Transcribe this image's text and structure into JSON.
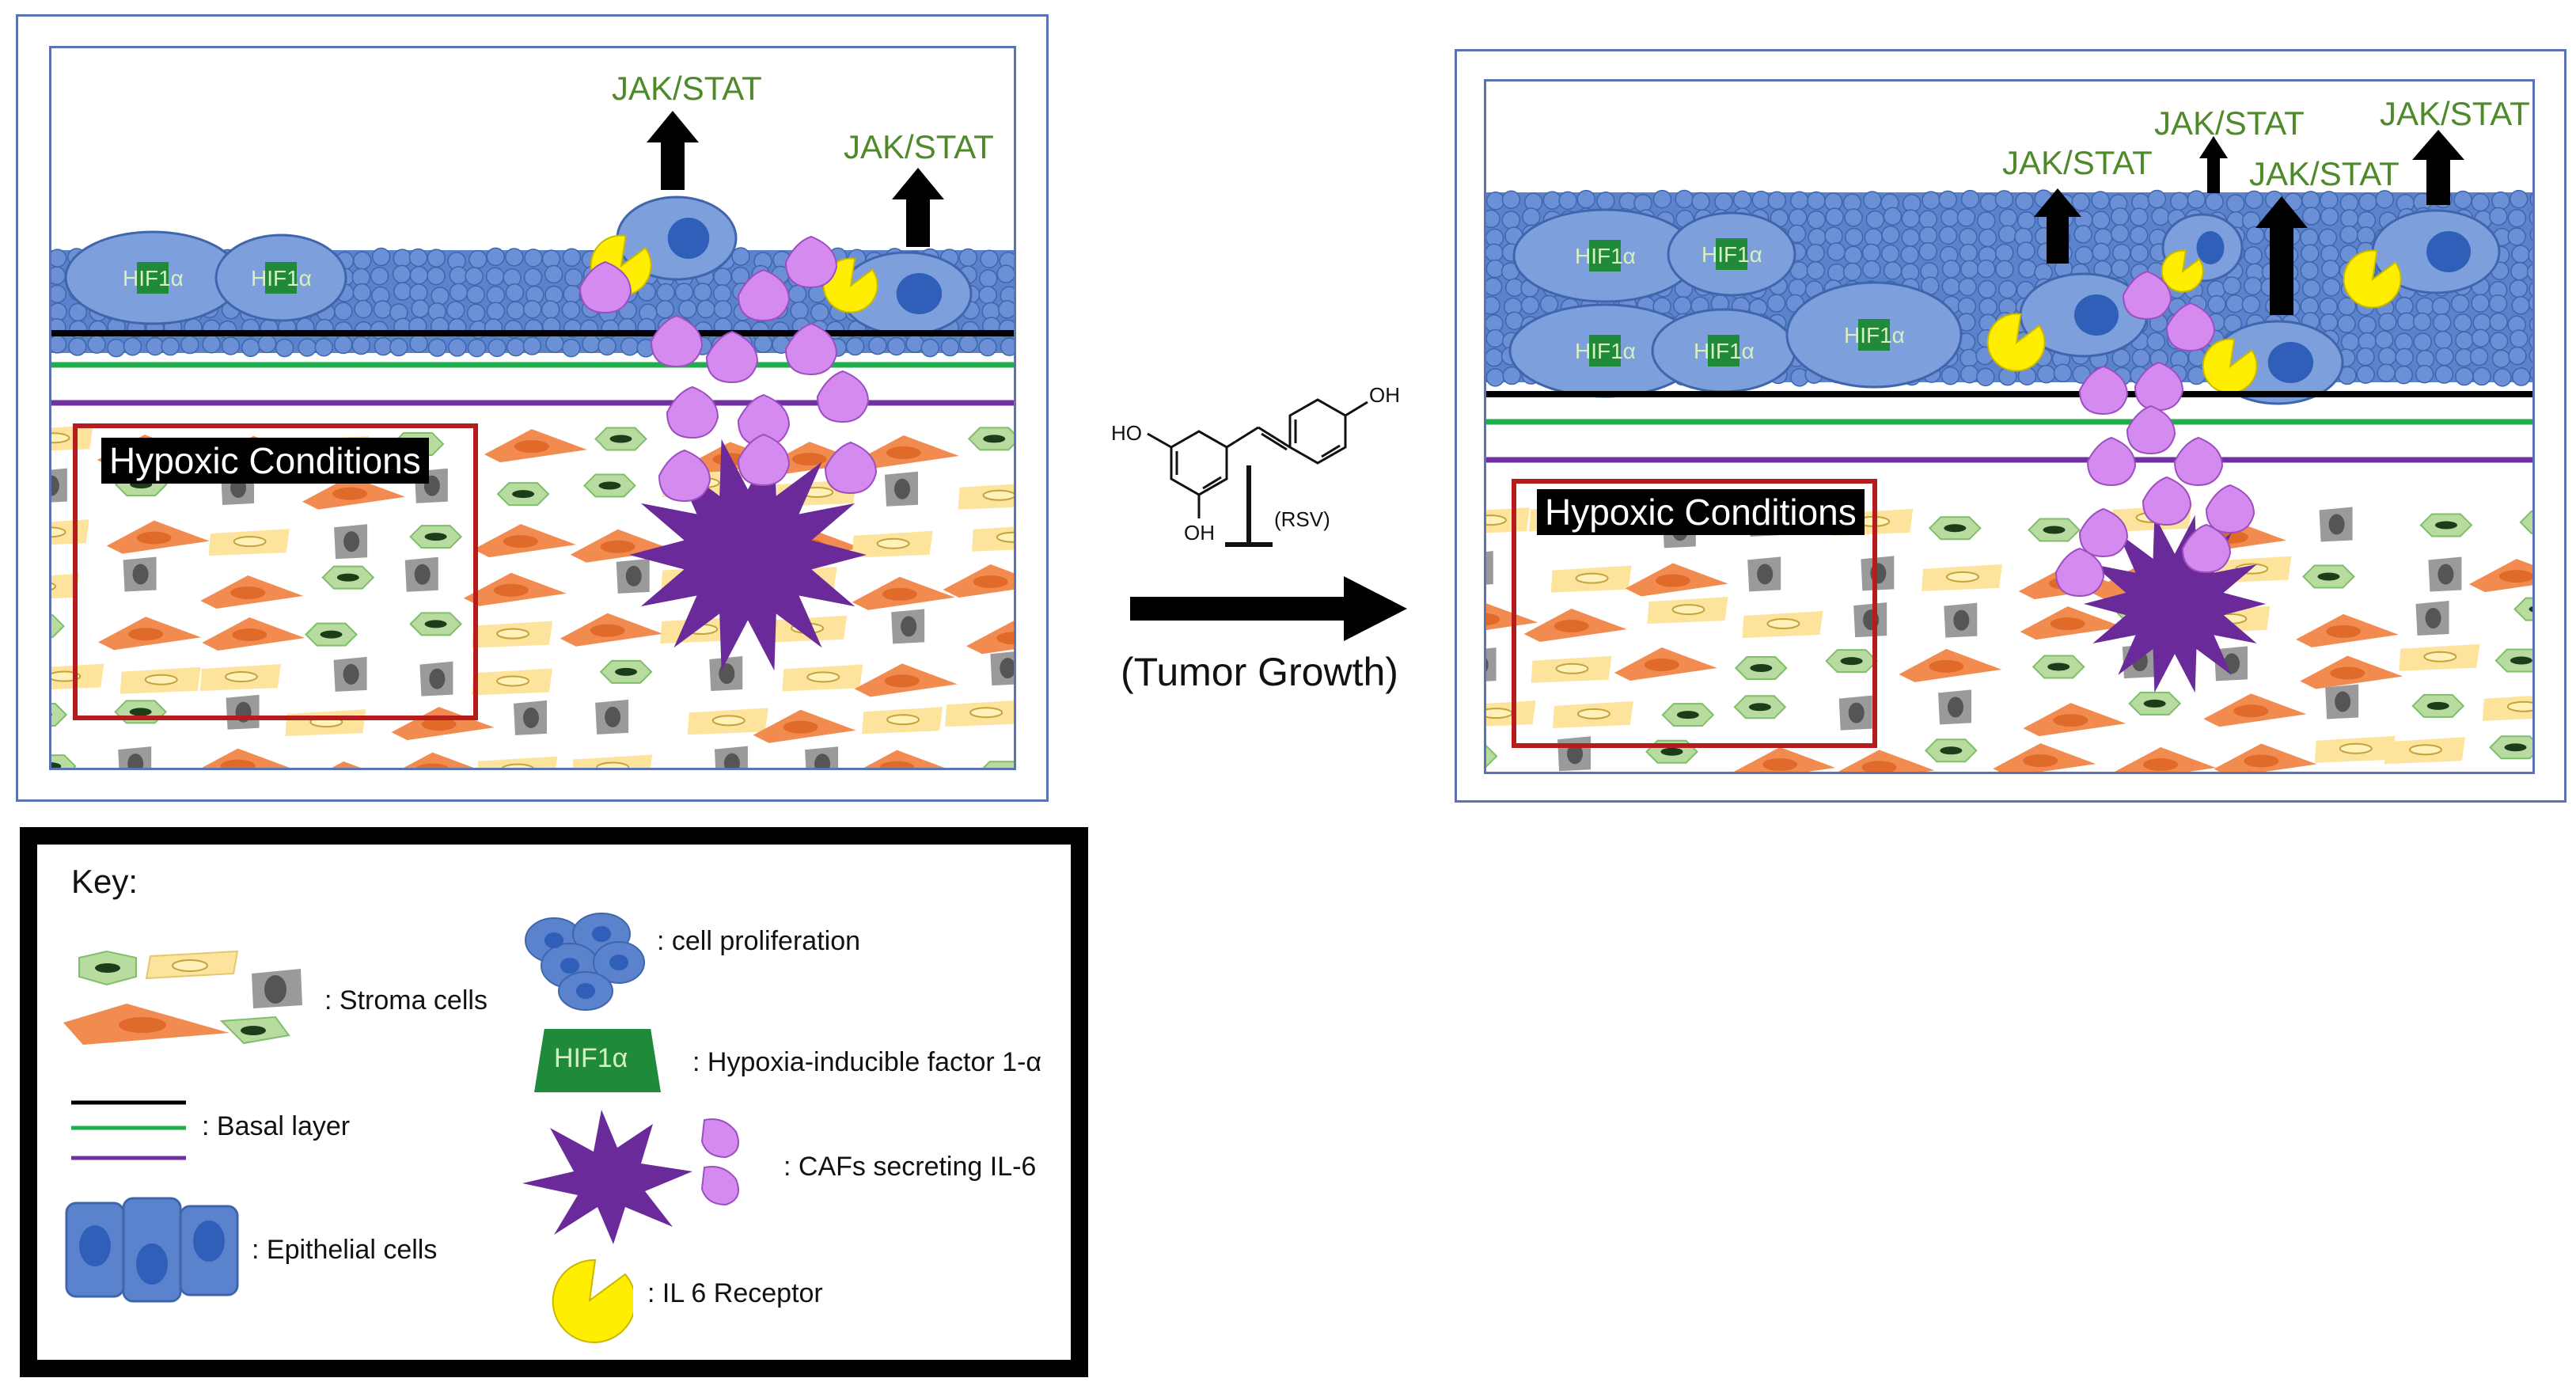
{
  "panels": {
    "left": {
      "hypoxic_label": "Hypoxic Conditions",
      "jak_labels": [
        "JAK/STAT",
        "JAK/STAT"
      ],
      "hif_labels": [
        "HIF1α",
        "HIF1α"
      ]
    },
    "right": {
      "hypoxic_label": "Hypoxic Conditions",
      "jak_labels": [
        "JAK/STAT",
        "JAK/STAT",
        "JAK/STAT",
        "JAK/STAT"
      ],
      "hif_labels": [
        "HIF1α",
        "HIF1α",
        "HIF1α",
        "HIF1α",
        "HIF1α"
      ]
    }
  },
  "center": {
    "molecule_labels": {
      "ho_top": "HO",
      "oh_right": "OH",
      "oh_bottom": "OH"
    },
    "rsv_label": "(RSV)",
    "arrow_label": "(Tumor Growth)"
  },
  "key": {
    "title": "Key:",
    "stroma": ": Stroma cells",
    "basal": ": Basal layer",
    "epithelial": ": Epithelial cells",
    "proliferation": ": cell proliferation",
    "hif_badge": "HIF1α",
    "hif": ": Hypoxia-inducible factor 1-α",
    "cafs": ": CAFs secreting IL-6",
    "receptor": ": IL 6 Receptor"
  },
  "colors": {
    "panel_border": "#5b72b3",
    "cell_blue": "#5b82cc",
    "nucleus_blue": "#2f5fb8",
    "basal_black": "#000000",
    "basal_green": "#1fae4b",
    "basal_purple": "#7030a0",
    "hypoxic_red": "#b51c1c",
    "il6_pink": "#d58af0",
    "caf_purple": "#6a2a9a",
    "receptor_yellow": "#ffee00",
    "jak_text": "#4f8a2a",
    "hif_green": "#1e8a3a",
    "stroma_orange": "#f28b4f",
    "stroma_yellow": "#fde39b",
    "stroma_green": "#b8dca0",
    "stroma_gray": "#9a9a9a"
  }
}
